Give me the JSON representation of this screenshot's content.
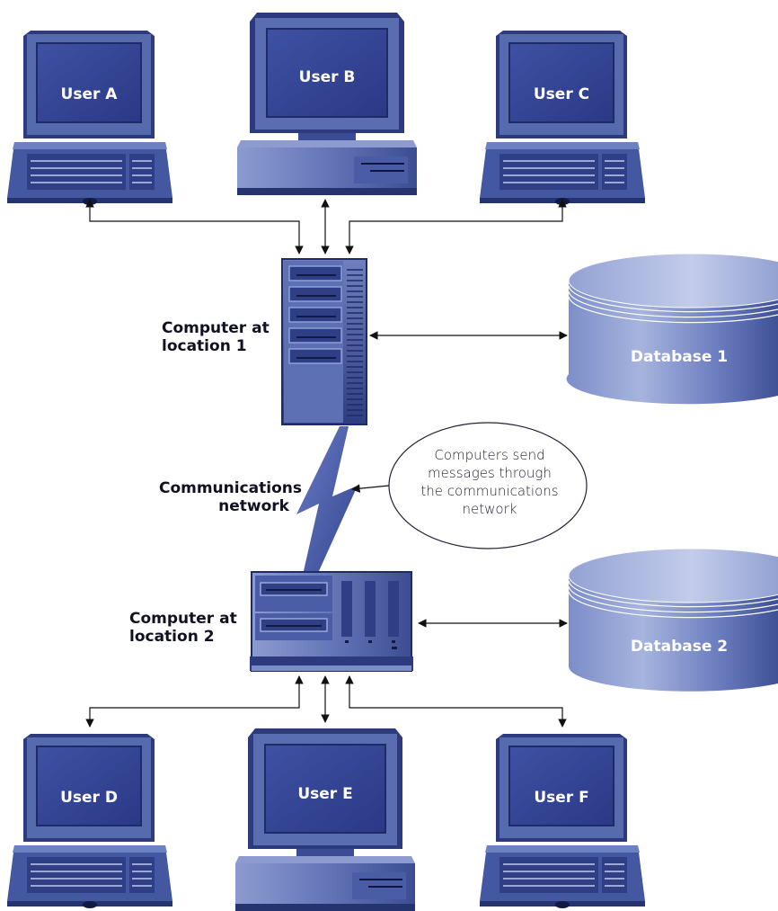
{
  "users": {
    "a": "User A",
    "b": "User B",
    "c": "User C",
    "d": "User D",
    "e": "User E",
    "f": "User F"
  },
  "computers": {
    "location1": [
      "Computer at",
      "location 1"
    ],
    "location2": [
      "Computer at",
      "location 2"
    ]
  },
  "databases": {
    "db1": "Database 1",
    "db2": "Database 2"
  },
  "network": {
    "label": [
      "Communications",
      "network"
    ],
    "callout": [
      "Computers send",
      "messages through",
      "the communications",
      "network"
    ]
  },
  "colors": {
    "device_dark": "#1f2d6b",
    "device_mid": "#3d4f95",
    "device_light": "#7e8fc6",
    "screen": "#36479a",
    "lightning": "#4f63b0",
    "database": "#6a7cc0"
  }
}
